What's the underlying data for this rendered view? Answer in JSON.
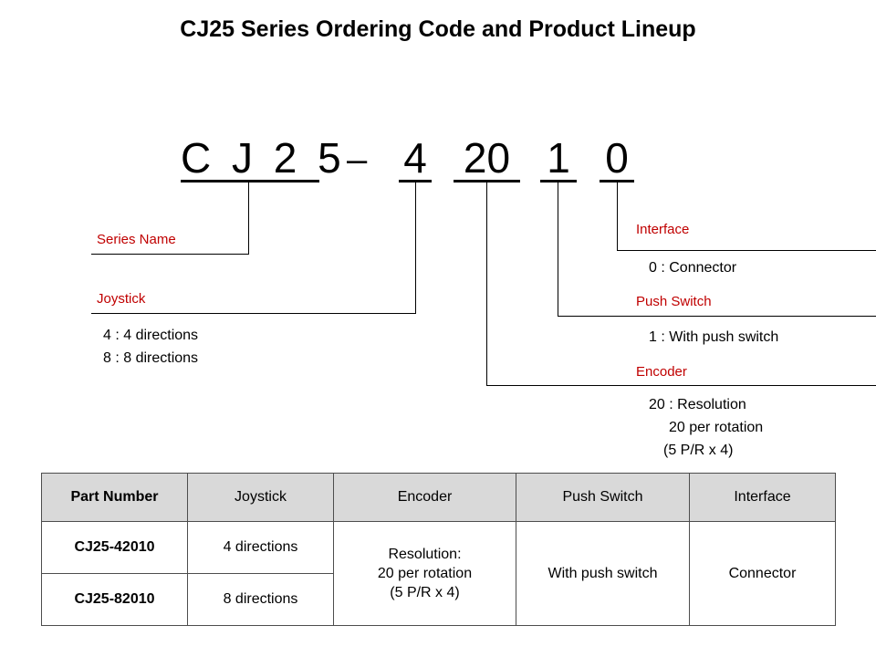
{
  "title": "CJ25 Series Ordering Code and Product Lineup",
  "accent_color": "#C00000",
  "header_fill": "#d9d9d9",
  "ordering_code": {
    "series": "C J 2 5",
    "dash": "–",
    "joystick_digit": "4",
    "encoder_digits": "20",
    "push_switch_digit": "1",
    "interface_digit": "0"
  },
  "callouts": {
    "series_name": {
      "label": "Series Name",
      "values": []
    },
    "joystick": {
      "label": "Joystick",
      "line1": "4 : 4 directions",
      "line2": "8 : 8 directions"
    },
    "interface": {
      "label": "Interface",
      "line1": "0 : Connector"
    },
    "push_switch": {
      "label": "Push Switch",
      "line1": "1 : With push  switch"
    },
    "encoder": {
      "label": "Encoder",
      "line1": "20 : Resolution",
      "line2": "20 per rotation",
      "line3": "(5 P/R x 4)"
    }
  },
  "lineup": {
    "headers": [
      "Part Number",
      "Joystick",
      "Encoder",
      "Push Switch",
      "Interface"
    ],
    "rows": [
      {
        "part_number": "CJ25-42010",
        "joystick": "4 directions"
      },
      {
        "part_number": "CJ25-82010",
        "joystick": "8 directions"
      }
    ],
    "encoder_cell": {
      "line1": "Resolution:",
      "line2": "20 per rotation",
      "line3": "(5 P/R x 4)"
    },
    "push_switch_cell": "With push switch",
    "interface_cell": "Connector"
  }
}
